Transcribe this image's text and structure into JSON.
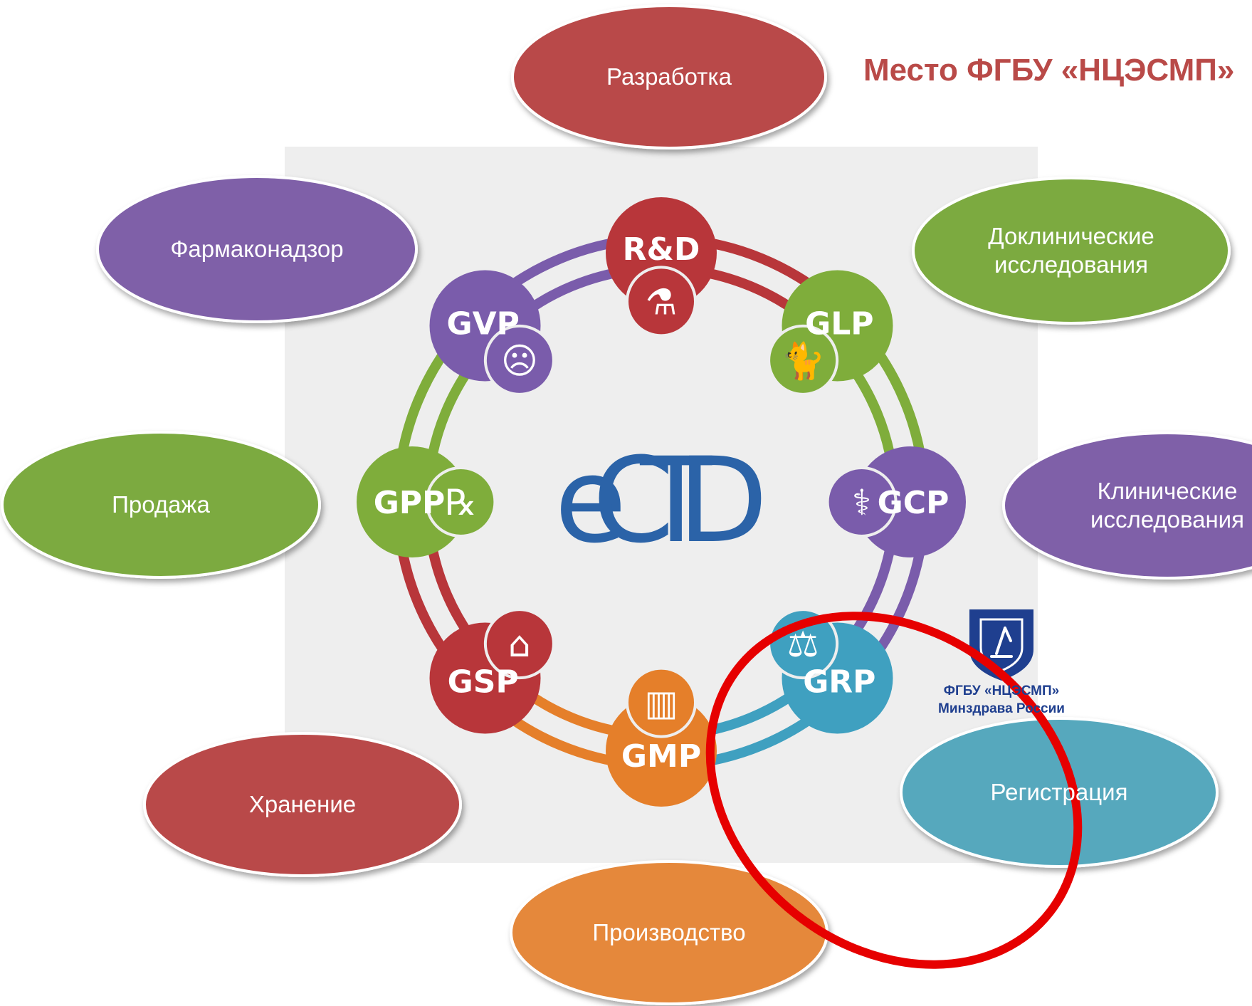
{
  "title": "Место ФГБУ «НЦЭСМП»",
  "center_label": "eCTD",
  "ring_nodes": [
    {
      "id": "rd",
      "label": "R&D",
      "icon": "flask-icon",
      "color": "#b8363a"
    },
    {
      "id": "glp",
      "label": "GLP",
      "icon": "cat-icon",
      "color": "#7fad3b"
    },
    {
      "id": "gcp",
      "label": "GCP",
      "icon": "patient-icon",
      "color": "#7a5cab"
    },
    {
      "id": "grp",
      "label": "GRP",
      "icon": "scales-icon",
      "color": "#3fa0c0"
    },
    {
      "id": "gmp",
      "label": "GMP",
      "icon": "factory-icon",
      "color": "#e57f2a"
    },
    {
      "id": "gsp",
      "label": "GSP",
      "icon": "warehouse-icon",
      "color": "#b8363a"
    },
    {
      "id": "gpp",
      "label": "GPP",
      "icon": "pharmacy-icon",
      "color": "#7fad3b"
    },
    {
      "id": "gvp",
      "label": "GVP",
      "icon": "elderly-face-icon",
      "color": "#7a5cab"
    }
  ],
  "ellipses": [
    {
      "id": "razrabotka",
      "label": "Разработка",
      "color": "#b94a48"
    },
    {
      "id": "doklinicheskie",
      "label": "Доклинические\nисследования",
      "color": "#7caa41"
    },
    {
      "id": "klinicheskie",
      "label": "Клинические\nисследования",
      "color": "#7f60a8"
    },
    {
      "id": "registratsiya",
      "label": "Регистрация",
      "color": "#57a8bd"
    },
    {
      "id": "proizvodstvo",
      "label": "Производство",
      "color": "#e5883a"
    },
    {
      "id": "khranenie",
      "label": "Хранение",
      "color": "#b94a48"
    },
    {
      "id": "prodazha",
      "label": "Продажа",
      "color": "#7caa41"
    },
    {
      "id": "farmakonadzor",
      "label": "Фармаконадзор",
      "color": "#7f60a8"
    }
  ],
  "logo": {
    "line1": "ФГБУ «НЦЭСМП»",
    "line2": "Минздрава России",
    "color": "#1f3f8f"
  },
  "highlight_color": "#e60000"
}
